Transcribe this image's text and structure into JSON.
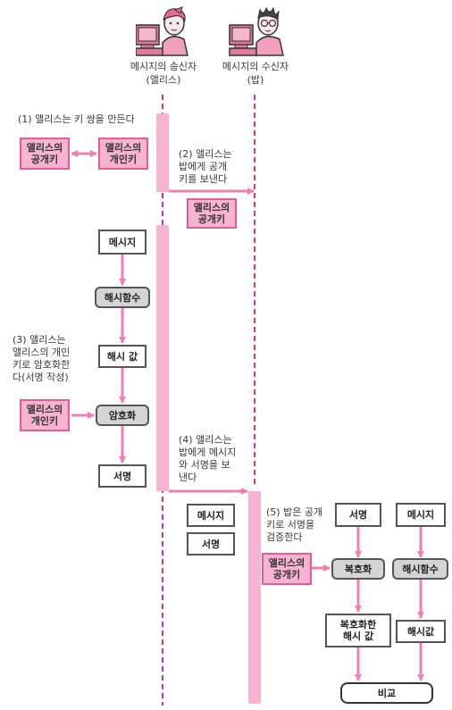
{
  "actors": {
    "sender": {
      "name": "메시지의 송신자",
      "alias": "(앨리스)"
    },
    "receiver": {
      "name": "메시지의 수신자",
      "alias": "(밥)"
    }
  },
  "steps": {
    "step1": "(1) 앨리스는 키 쌍을 만든다",
    "step2": "(2) 앨리스는\n밥에게 공개\n키를 보낸다",
    "step3": "(3) 앨리스는\n앨리스의 개인\n키로 암호화한\n다(서명 작성)",
    "step4": "(4) 앨리스는\n밥에게 메시지\n와 서명을 보\n낸다",
    "step5": "(5) 밥은 공개\n키로 서명을\n검증한다"
  },
  "boxes": {
    "alice_public_key": "앨리스의\n공개키",
    "alice_private_key": "앨리스의\n개인키",
    "sent_public_key": "앨리스의\n공개키",
    "message": "메시지",
    "hash_function": "해시함수",
    "hash_value": "해시 값",
    "private_key_for_sign": "앨리스의\n개인키",
    "encrypt": "암호화",
    "signature": "서명",
    "sent_message": "메시지",
    "sent_signature": "서명",
    "recv_signature": "서명",
    "recv_message": "메시지",
    "public_key_for_verify": "앨리스의\n공개키",
    "decrypt": "복호화",
    "recv_hash_function": "해시함수",
    "decrypted_hash": "복호화한\n해시 값",
    "computed_hash": "해시값",
    "compare": "비교"
  },
  "colors": {
    "accent_pink": "#f7b3cf",
    "pink_border": "#e35c95",
    "lifeline": "#d6338a",
    "gray_box": "#d4d4d4"
  },
  "icons": {
    "sender_avatar": "woman-at-computer-icon",
    "receiver_avatar": "man-at-computer-icon"
  }
}
